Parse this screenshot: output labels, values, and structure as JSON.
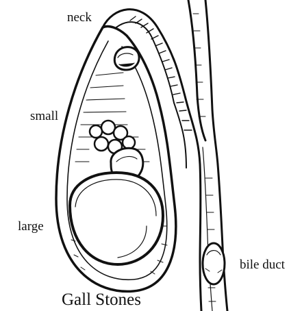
{
  "labels": {
    "neck": "neck",
    "small": "small",
    "large": "large",
    "bile_duct": "bile duct"
  },
  "caption": "Gall Stones",
  "colors": {
    "ink": "#111111",
    "background": "#ffffff",
    "stone_fill": "#ffffff"
  }
}
